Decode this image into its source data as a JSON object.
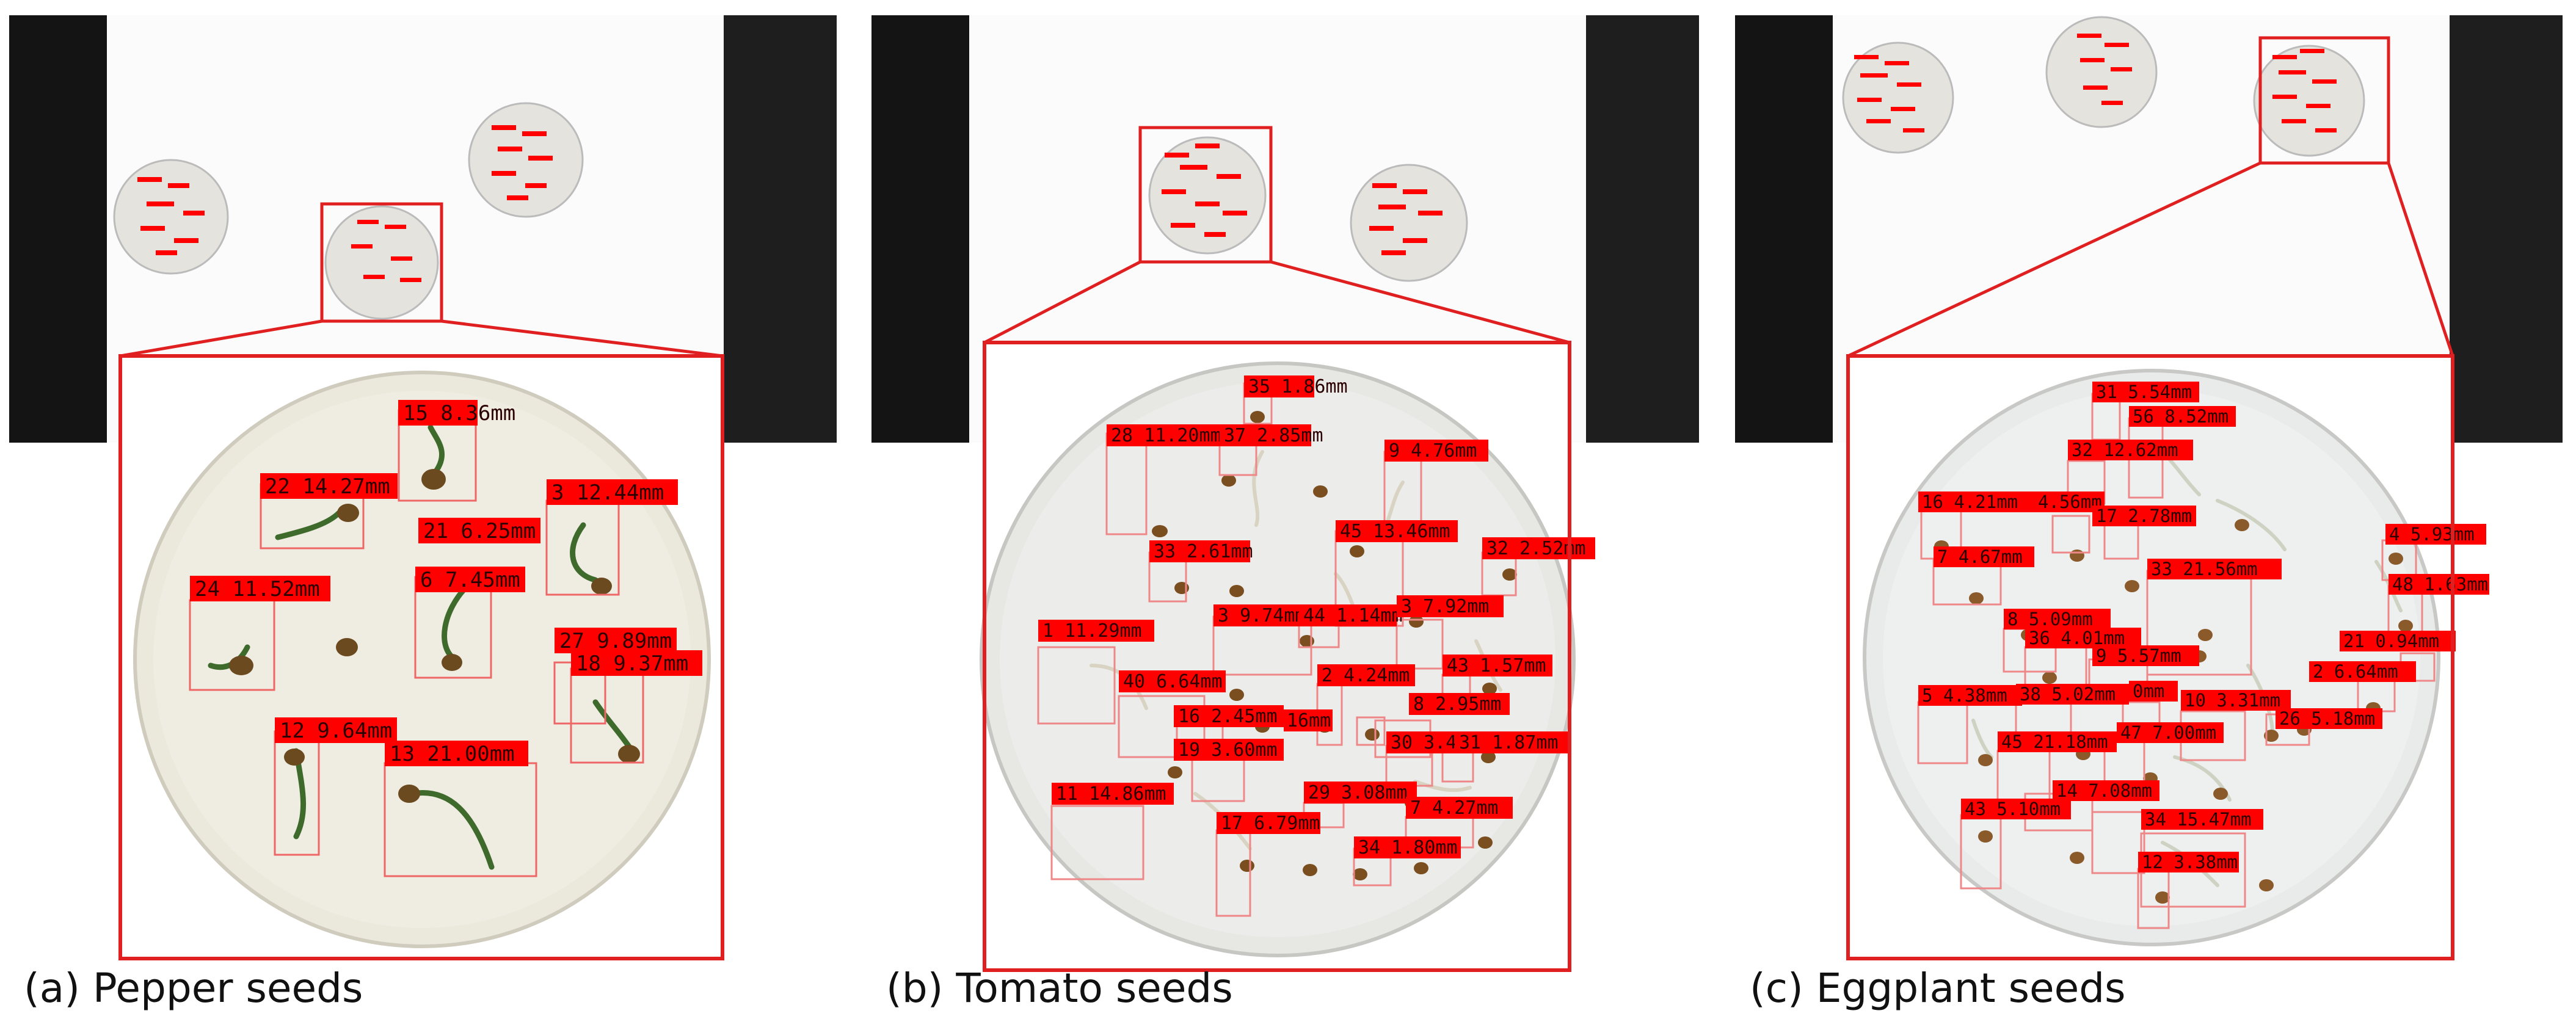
{
  "panels": [
    {
      "caption": "(a) Pepper seeds",
      "labels": [
        "15 8.36mm",
        "22 14.27mm",
        "3 12.44mm",
        "21 6.25mm",
        "6 7.45mm",
        "24 11.52mm",
        "27 9.89mm",
        "18 9.37mm",
        "12 9.64mm",
        "13 21.00mm"
      ]
    },
    {
      "caption": "(b) Tomato seeds",
      "labels": [
        "35 1.86mm",
        "28 11.20mm",
        "37 2.85mm",
        "9 4.76mm",
        "45 13.46mm",
        "32 2.52mm",
        "33 2.61mm",
        "3 9.74mm",
        "44 1.14mm",
        "3 7.92mm",
        "1 11.29mm",
        "40 6.64mm",
        "2 4.24mm",
        "43 1.57mm",
        "16 2.45mm",
        "16mm",
        "8 2.95mm",
        "19 3.60mm",
        "30 3.44",
        "31 1.87mm",
        "11 14.86mm",
        "29 3.08mm",
        "7 4.27mm",
        "17 6.79mm",
        "34 1.80mm"
      ]
    },
    {
      "caption": "(c) Eggplant seeds",
      "labels": [
        "31 5.54mm",
        "56 8.52mm",
        "32 12.62mm",
        "16 4.21mm",
        "4.56mm",
        "17 2.78mm",
        "4 5.93mm",
        "7 4.67mm",
        "33 21.56mm",
        "48 1.63mm",
        "8 5.09mm",
        "36 4.01mm",
        "9 5.57mm",
        "21 0.94mm",
        "2 6.64mm",
        "5 4.38mm",
        "38 5.02mm",
        "0mm",
        "10 3.31mm",
        "26 5.18mm",
        "45 21.18mm",
        "47 7.00mm",
        "14 7.08mm",
        "43 5.10mm",
        "34 15.47mm",
        "12 3.38mm"
      ]
    }
  ],
  "colors": {
    "box": "#e02020",
    "label_fill": "#ff0000",
    "text": "#2a0000",
    "background_dark": "#141414",
    "light_table": "#fbfbfb",
    "dish": "#ebe8dc"
  }
}
